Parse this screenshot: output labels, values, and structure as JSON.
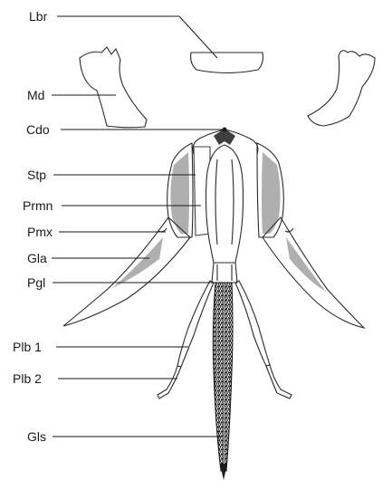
{
  "labels": {
    "lbr": "Lbr",
    "md": "Md",
    "cdo": "Cdo",
    "stp": "Stp",
    "prmn": "Prmn",
    "pmx": "Pmx",
    "gla": "Gla",
    "pgl": "Pgl",
    "plb1": "Plb 1",
    "plb2": "Plb 2",
    "gls": "Gls"
  },
  "colors": {
    "ink": "#1a1a1a",
    "stipple": "#6e6e6e",
    "background": "#ffffff"
  }
}
